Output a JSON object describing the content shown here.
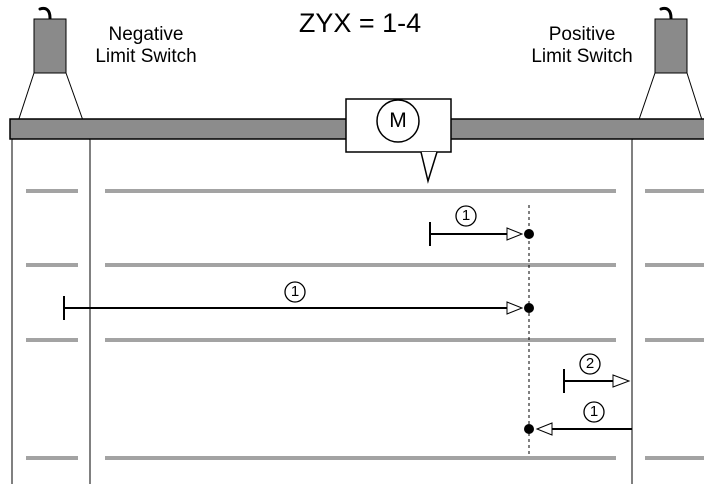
{
  "title": "ZYX = 1-4",
  "negative_switch": {
    "line1": "Negative",
    "line2": "Limit Switch"
  },
  "positive_switch": {
    "line1": "Positive",
    "line2": "Limit Switch"
  },
  "motor": {
    "label": "M"
  },
  "movements": [
    {
      "step": "1",
      "direction": "positive",
      "ends_at": "reference point"
    },
    {
      "step": "1",
      "direction": "positive",
      "ends_at": "reference point"
    },
    {
      "step": "2",
      "direction": "positive",
      "ends_at": "positive limit switch"
    },
    {
      "step": "1",
      "direction": "negative",
      "ends_at": "reference point"
    }
  ],
  "colors": {
    "switch_body": "#8a8a8a",
    "rail": "#8c8c8c",
    "lane_line": "#a3a3a3",
    "stroke": "#000000"
  }
}
